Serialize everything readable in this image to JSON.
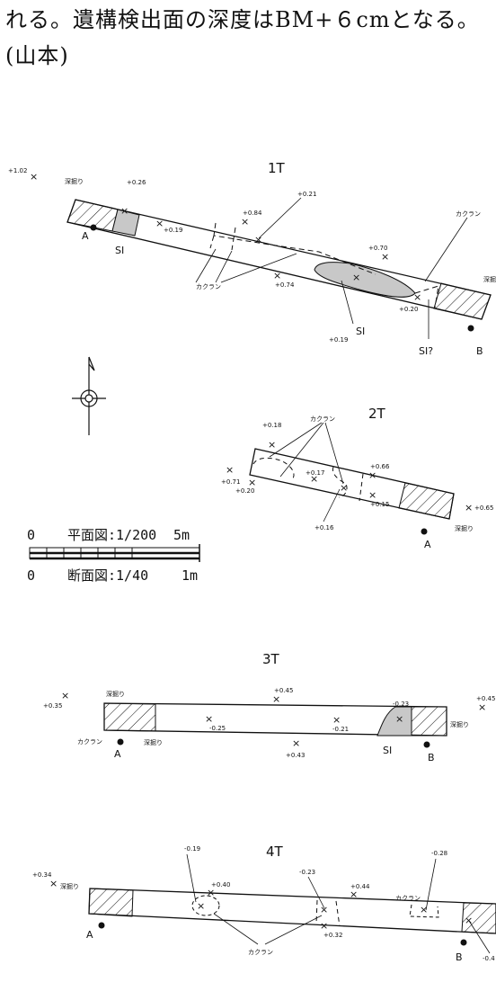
{
  "text": {
    "line1": "れる。遺構検出面の深度はBM+６cmとなる。",
    "line2": "(山本)"
  },
  "scale": {
    "zero": "0",
    "plan": "平面図:1/200",
    "plan_end": "5m",
    "section": "断面図:1/40",
    "section_end": "1m"
  },
  "t1": {
    "title": "1T",
    "fukabori": "深掘り",
    "fukabori_r": "深掘",
    "kakuran_a": "カクラン",
    "kakuran_b": "カクラン",
    "si_a": "SI",
    "si_b": "SI",
    "si_q": "SI?",
    "point_a": "A",
    "point_b": "B",
    "e1": "+1.02",
    "e2": "+0.26",
    "e3": "+0.19",
    "e4": "+0.84",
    "e5": "+0.21",
    "e6": "+0.74",
    "e7": "+0.70",
    "e8": "+0.20",
    "e9": "+0.19"
  },
  "t2": {
    "title": "2T",
    "kakuran": "カクラン",
    "fukabori": "深掘り",
    "point_a": "A",
    "e1": "+0.18",
    "e2": "+0.71",
    "e3": "+0.20",
    "e4": "+0.17",
    "e5": "+0.16",
    "e6": "+0.66",
    "e7": "+0.15",
    "e8": "+0.65"
  },
  "t3": {
    "title": "3T",
    "fukabori_a": "深掘り",
    "fukabori_b": "深掘り",
    "fukabori_c": "深掘り",
    "kakuran": "カクラン",
    "si": "SI",
    "point_a": "A",
    "point_b": "B",
    "e1": "+0.35",
    "e2": "+0.45",
    "e3": "-0.25",
    "e4": "-0.21",
    "e5": "+0.43",
    "e6": "-0.23",
    "e7": "+0.45"
  },
  "t4": {
    "title": "4T",
    "fukabori": "深掘り",
    "kakuran_a": "カクラン",
    "kakuran_b": "カクラン",
    "point_a": "A",
    "point_b": "B",
    "e1": "+0.34",
    "e2": "-0.19",
    "e3": "+0.40",
    "e4": "-0.23",
    "e5": "+0.44",
    "e6": "+0.32",
    "e7": "-0.28",
    "e8": "-0.4"
  }
}
